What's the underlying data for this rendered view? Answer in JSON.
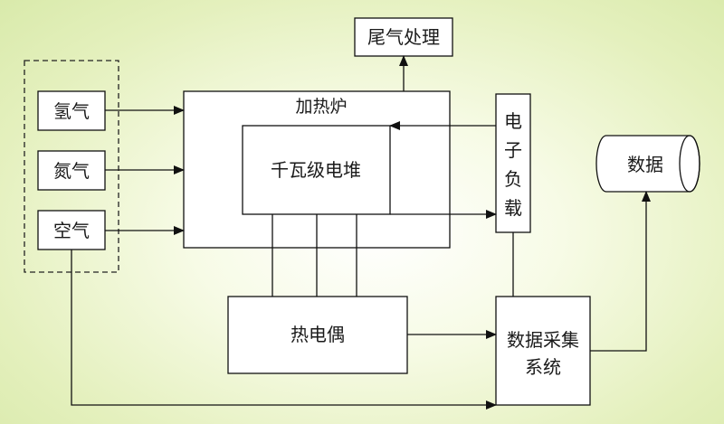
{
  "diagram": {
    "gases": [
      "氢气",
      "氮气",
      "空气"
    ],
    "furnace_label": "加热炉",
    "stack_label": "千瓦级电堆",
    "exhaust_label": "尾气处理",
    "load_label": [
      "电",
      "子",
      "负",
      "载"
    ],
    "thermocouple_label": "热电偶",
    "daq_label": [
      "数据采集",
      "系统"
    ],
    "data_label": "数据"
  }
}
